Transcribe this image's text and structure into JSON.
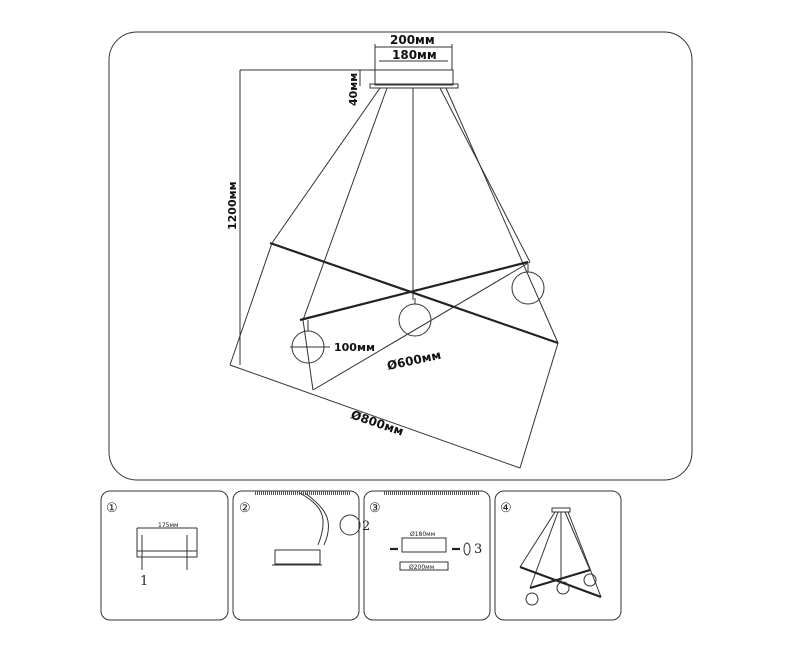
{
  "main_drawing": {
    "dim_canopy_outer": "200мм",
    "dim_canopy_inner": "180мм",
    "dim_canopy_height": "40мм",
    "dim_total_height": "1200мм",
    "dim_shade": "100мм",
    "dim_inner_ring": "Ø600мм",
    "dim_outer_ring": "Ø800мм"
  },
  "steps": [
    {
      "number": "①",
      "dim": "175мм",
      "callout": "1"
    },
    {
      "number": "②",
      "callout": "2"
    },
    {
      "number": "③",
      "dim_top": "Ø180мм",
      "dim_bottom": "Ø200мм",
      "callout": "3"
    },
    {
      "number": "④"
    }
  ]
}
